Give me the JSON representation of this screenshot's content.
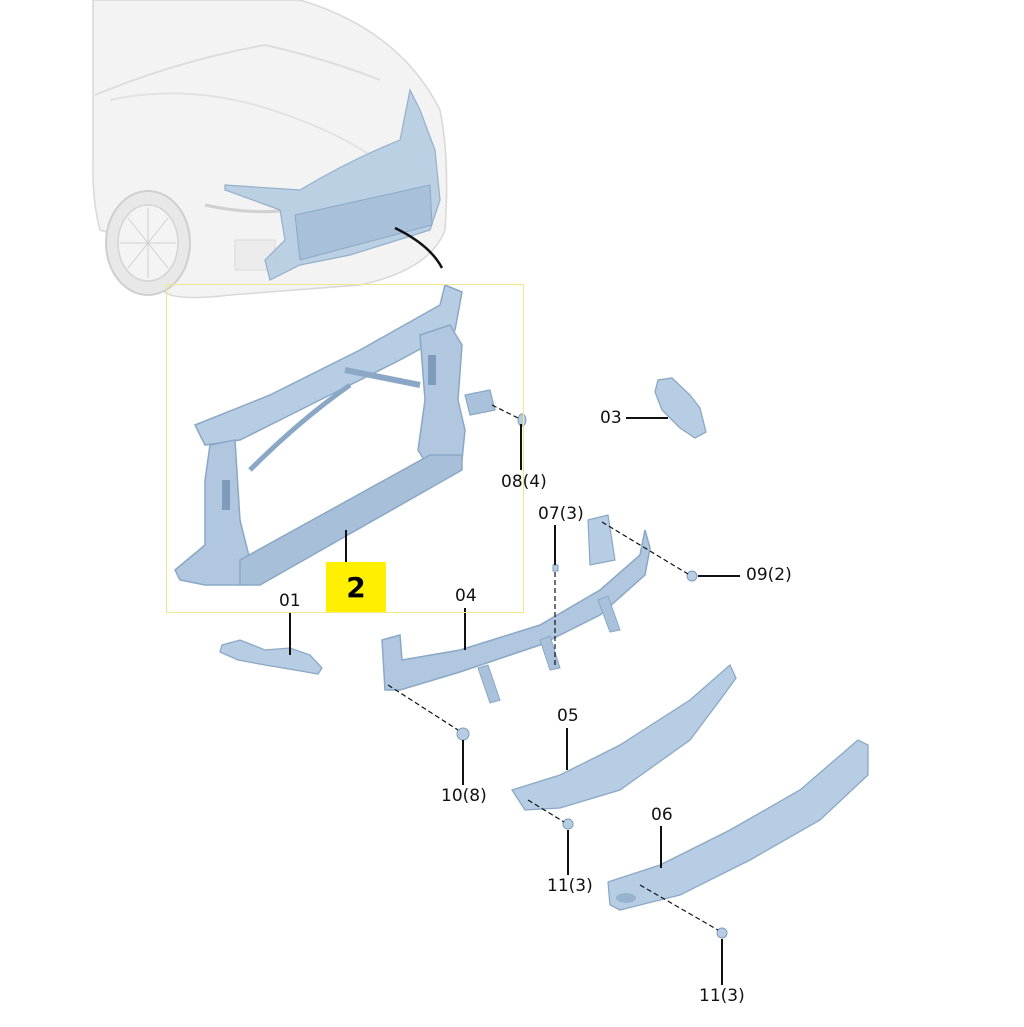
{
  "diagram": {
    "type": "exploded-parts-diagram",
    "subject": "front end carrier / radiator support assembly",
    "accent_colors": {
      "part_fill": "#b7cde3",
      "part_shadow": "#8aa8c6",
      "car_body": "#f2f2f2",
      "group_frame": "#f0e68c",
      "callout_bg": "#ffef00",
      "leader": "#111111"
    },
    "group_callout": {
      "number": "2"
    },
    "parts": [
      {
        "id": "01",
        "label": "01"
      },
      {
        "id": "03",
        "label": "03"
      },
      {
        "id": "04",
        "label": "04"
      },
      {
        "id": "05",
        "label": "05"
      },
      {
        "id": "06",
        "label": "06"
      },
      {
        "id": "07",
        "label": "07(3)"
      },
      {
        "id": "08",
        "label": "08(4)"
      },
      {
        "id": "09",
        "label": "09(2)"
      },
      {
        "id": "10",
        "label": "10(8)"
      },
      {
        "id": "11a",
        "label": "11(3)"
      },
      {
        "id": "11b",
        "label": "11(3)"
      }
    ]
  }
}
